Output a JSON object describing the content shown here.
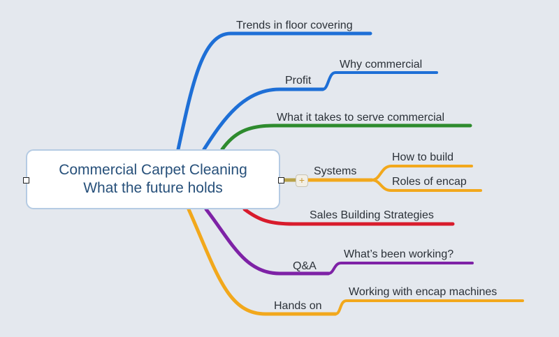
{
  "central_topic": {
    "line1": "Commercial Carpet Cleaning",
    "line2": "What the future holds"
  },
  "branches": [
    {
      "label": "Trends in floor covering",
      "color": "#1e6fd6"
    },
    {
      "label": "Profit",
      "color": "#1e6fd6",
      "children": [
        {
          "label": "Why commercial"
        }
      ]
    },
    {
      "label": "What it takes to serve commercial",
      "color": "#2e8b2e"
    },
    {
      "label": "Systems",
      "color": "#f2a81c",
      "collapse_icon": "plus-icon",
      "children": [
        {
          "label": "How to build"
        },
        {
          "label": "Roles of encap"
        }
      ]
    },
    {
      "label": "Sales Building Strategies",
      "color": "#d81b2c"
    },
    {
      "label": "Q&A",
      "color": "#7e22a6",
      "children": [
        {
          "label": "What’s been working?"
        }
      ]
    },
    {
      "label": "Hands on",
      "color": "#f2a81c",
      "children": [
        {
          "label": "Working with encap machines"
        }
      ]
    }
  ]
}
